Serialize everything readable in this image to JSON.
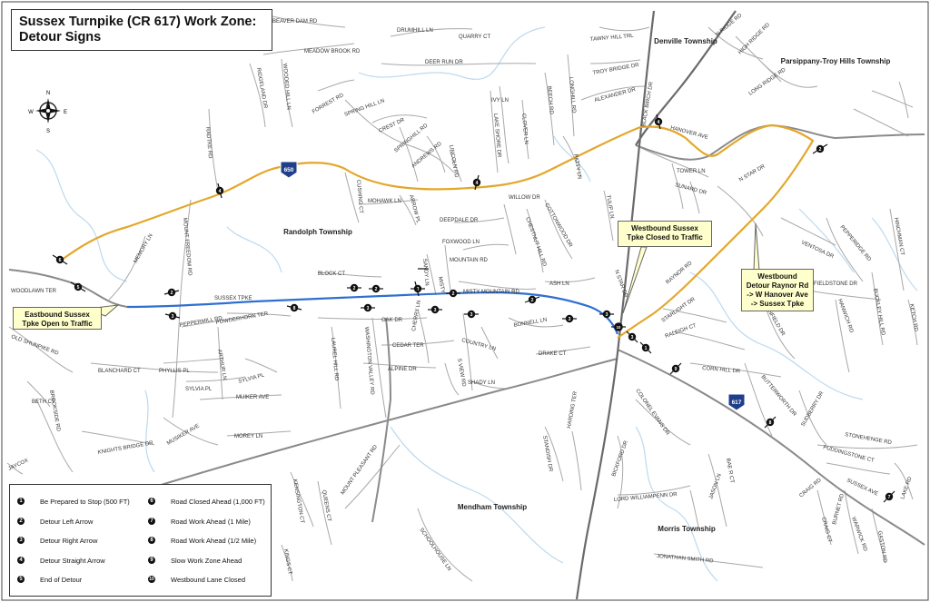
{
  "title": {
    "line1": "Sussex Turnpike (CR 617) Work Zone:",
    "line2": "Detour Signs"
  },
  "compass": {
    "n": "N",
    "s": "S",
    "e": "E",
    "w": "W"
  },
  "colors": {
    "detour": "#e3a72c",
    "sussex": "#2f6fd1",
    "roads": "#9a9a9a",
    "rail": "#6a6a6a",
    "streams": "#bcd9ee",
    "callout": "#ffffcc"
  },
  "townships": {
    "randolph": "Randolph Township",
    "denville": "Denville Township",
    "parsippany": "Parsippany-Troy Hills Township",
    "mendham": "Mendham Township",
    "morris": "Morris Township"
  },
  "shields": {
    "cr650": "650",
    "cr617": "617"
  },
  "callouts": {
    "eastbound": "Eastbound Sussex Tpke Open to Traffic",
    "westbound": "Westbound Sussex Tpke Closed to Traffic",
    "detour": "Westbound Detour Raynor Rd -> W Hanover Ave -> Sussex Tpke"
  },
  "legend": [
    {
      "num": "1",
      "label": "Be Prepared to Stop (500 FT)"
    },
    {
      "num": "2",
      "label": "Detour Left Arrow"
    },
    {
      "num": "3",
      "label": "Detour Right Arrow"
    },
    {
      "num": "4",
      "label": "Detour Straight Arrow"
    },
    {
      "num": "5",
      "label": "End of Detour"
    },
    {
      "num": "6",
      "label": "Road Closed Ahead (1,000 FT)"
    },
    {
      "num": "7",
      "label": "Road Work Ahead (1 Mile)"
    },
    {
      "num": "8",
      "label": "Road Work Ahead (1/2 Mile)"
    },
    {
      "num": "9",
      "label": "Slow Work Zone Ahead"
    },
    {
      "num": "10",
      "label": "Westbound Lane Closed"
    }
  ],
  "roads": {
    "beaver_dam": "BEAVER DAM RD",
    "meadow_brook": "MEADOW BROOK RD",
    "drumhill": "DRUMHILL LN",
    "quarry": "QUARRY CT",
    "deer_run": "DEER RUN DR",
    "ridgeland": "RIDGELAND DR",
    "wooded_hill": "WOODED HILL LN",
    "forrest": "FORREST RD",
    "spring_hill": "SPRING HILL LN",
    "crest": "CREST DR",
    "springhill_rd": "SPRINGHILL RD",
    "andrews": "ANDREWS RD",
    "lincoln": "LINCOLN RD",
    "ivy": "IVY LN",
    "lake_shore": "LAKE SHORE DR",
    "clover": "CLOVER LN",
    "beech": "BEECH RD",
    "longhill": "LONGHILL RD",
    "alexander": "ALEXANDER DR",
    "troy_bridge": "TROY BRIDGE DR",
    "tawny_hill": "TAWNY HILL TRL",
    "patty": "PATTY LN",
    "black_birch": "BLACK BIRCH DR",
    "hanover": "HANOVER AVE",
    "n_ridge": "N RIDGE RD",
    "high_ridge": "HIGH RIDGE RD",
    "long_ridge": "LONG RIDGE RD",
    "radtke": "RADTKE RD",
    "cushing": "CUSHING CT",
    "mohawk": "MOHAWK LN",
    "arrow": "ARROW PL",
    "willow": "WILLOW DR",
    "deepdale": "DEEPDALE DR",
    "foxwood": "FOXWOOD LN",
    "mountain": "MOUNTAIN RD",
    "chestnut_hill": "CHESTNUT HILL RD",
    "cottonwood": "COTTONWOOD DR",
    "tulip": "TULIP LN",
    "tower": "TOWER LN",
    "sunard": "SUNARD DR",
    "n_star": "N STAR DR",
    "mount_freedom": "MOUNT FREEDOM RD",
    "memory": "MEMORY LN",
    "block": "BLOCK CT",
    "misty_mountain": "MISTY MOUNTAIN RD",
    "ash": "ASH LN",
    "misty": "MISTY",
    "sandy": "SANDY LN",
    "woodlawn": "WOODLAWN TER",
    "sussex_tpke": "SUSSEX TPKE",
    "peppermill": "PEPPERMILL RD",
    "powderhorn": "POWDERHORN TER",
    "oak": "OAK DR",
    "cherry": "CHERRY LN",
    "bonnell": "BONNELL LN",
    "country": "COUNTRY LN",
    "cedar": "CEDAR TER",
    "drake": "DRAKE CT",
    "old_shunpike": "OLD SHUNPIKE RD",
    "blanchard": "BLANCHARD CT",
    "phyllis": "PHYLLIS PL",
    "arthur": "ARTHUR LN",
    "sylvia_pl": "SYLVIA PL",
    "sylvia_pl2": "SYLVIA PL",
    "laurel_hill": "LAUREL HILL RD",
    "washington_valley": "WASHINGTON VALLEY RD",
    "alpine": "ALPINE DR",
    "s_view": "S VIEW RD",
    "shady": "SHADY LN",
    "muiker": "MUIKER AVE",
    "beth": "BETH CT",
    "brookside": "BROOKSIDE RD",
    "knights_bridge": "KNIGHTS BRIDGE DR",
    "musiker": "MUSIKER AVE",
    "morey": "MOREY LN",
    "jaycox": "JAYCOX",
    "kensington": "KENSINGTON CT",
    "queens": "QUEENS CT",
    "kings": "KINGS CT",
    "mount_pleasant": "MOUNT PLEASANT RD",
    "schoolhouse": "SCHOOLHOUSE LN",
    "standish": "STANDISH DR",
    "harding": "HARDING TER",
    "colonel_evans": "COLONEL EVANS DR",
    "bickford": "BICKFORD DR",
    "lord_williampenn": "LORD WILLIAMPENN DR",
    "jason": "JASON LN",
    "bae": "BAE R CT",
    "jonathan_smith": "JONATHAN SMITH RD",
    "starlight": "STARLIGHT DR",
    "raleigh": "RALEIGH CT",
    "corn_hill": "CORN HILL DR",
    "raynor": "RAYNOR RD",
    "ventosa": "VENTOSA DR",
    "fieldstone": "FIELDSTONE DR",
    "peppercidge": "PEPPERIDGE RD",
    "hanwich": "HANWICH RD",
    "buckley_hill": "BUCKLEY HILL RD",
    "ketch": "KETCH RD",
    "hinchman": "HINCHMAN CT",
    "lynnfield": "LYNNFIELD DR",
    "butterworth": "BUTTERWORTH DR",
    "sudberry": "SUDBERRY DR",
    "stonehenge": "STONEHENGE RD",
    "puddingstone": "PUDDINGSTONE CT",
    "sussex_ave": "SUSSEX AVE",
    "lake": "LAKE RD",
    "craig_rd": "CRAIG RD",
    "craig_ct": "CRAIG CT",
    "burnet": "BURNET RD",
    "warwick": "WARWICK RD",
    "gaston": "GASTON RD",
    "n_star_dr": "N STAR DR"
  },
  "signs": [
    {
      "num": "6"
    },
    {
      "num": "5"
    },
    {
      "num": "2"
    },
    {
      "num": "3"
    },
    {
      "num": "8"
    },
    {
      "num": "4"
    },
    {
      "num": "4"
    },
    {
      "num": "4"
    },
    {
      "num": "2"
    },
    {
      "num": "2"
    },
    {
      "num": "2"
    },
    {
      "num": "2"
    },
    {
      "num": "2"
    },
    {
      "num": "3"
    },
    {
      "num": "3"
    },
    {
      "num": "3"
    },
    {
      "num": "3"
    },
    {
      "num": "3"
    },
    {
      "num": "2"
    },
    {
      "num": "10"
    },
    {
      "num": "3"
    },
    {
      "num": "1"
    },
    {
      "num": "9"
    },
    {
      "num": "8"
    },
    {
      "num": "7"
    },
    {
      "num": "2"
    },
    {
      "num": "3"
    }
  ]
}
